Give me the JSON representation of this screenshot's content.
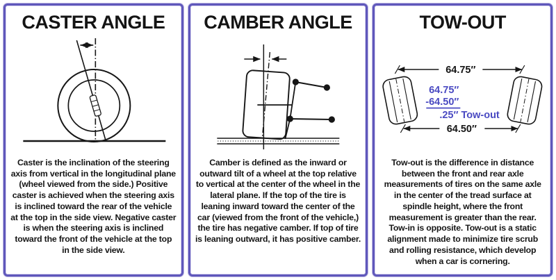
{
  "colors": {
    "panel_border": "#5f57bb",
    "accent_text": "#4a4ac2",
    "ink": "#161616"
  },
  "panels": [
    {
      "id": "caster",
      "title": "CASTER ANGLE",
      "description": "Caster is the inclination of the steering axis from vertical in the longitudinal plane (wheel viewed from the side.) Positive caster is achieved when the steering axis is inclined toward the rear of the vehicle at the top in the side view. Negative caster is when the steering axis is inclined toward the front of the vehicle at the top in the side view."
    },
    {
      "id": "camber",
      "title": "CAMBER ANGLE",
      "description": "Camber is defined as the inward or outward tilt of a wheel at the top relative to vertical at the center of the wheel in the lateral plane. If the top of the tire is leaning inward toward the center of the car (viewed from the front of the vehicle,) the tire has negative camber. If top of tire is leaning outward, it has positive camber."
    },
    {
      "id": "tow_out",
      "title": "TOW-OUT",
      "description": "Tow-out is the difference in distance between the front and rear axle measurements of tires on the same axle in the center of the tread surface at spindle height, where the front measurement is greater than the rear. Tow-in is opposite. Tow-out is a static alignment made to minimize tire scrub and rolling resistance, which develop when a car is cornering.",
      "measurements": {
        "front_track": "64.75″",
        "rear_track": "64.50″",
        "calc_minuend": "64.75″",
        "calc_subtrahend": "-64.50″",
        "calc_result": ".25″ Tow-out"
      }
    }
  ]
}
